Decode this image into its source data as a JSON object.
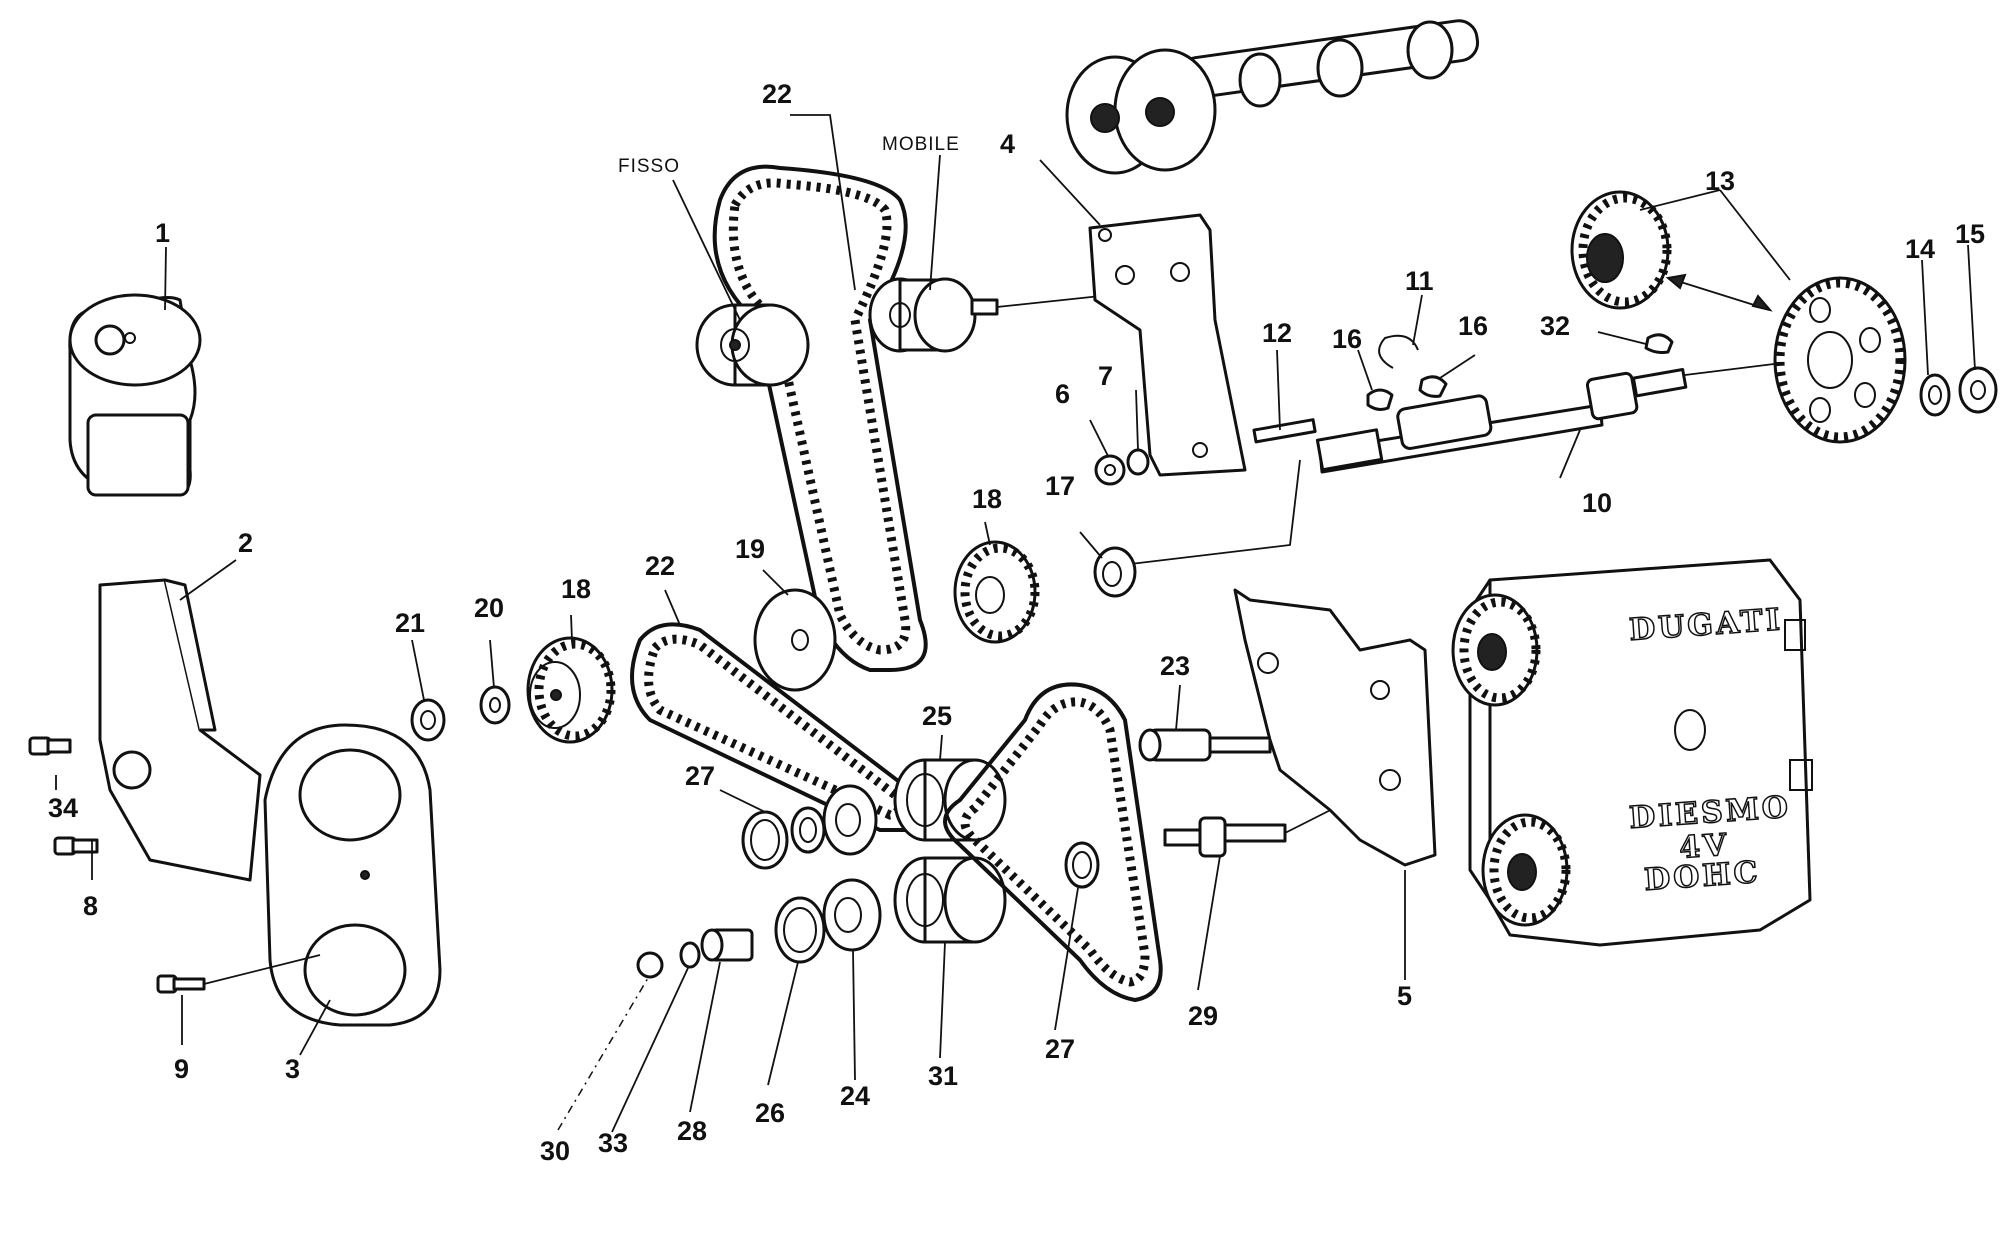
{
  "labels": {
    "p1": "1",
    "p2": "2",
    "p3": "3",
    "p4": "4",
    "p5": "5",
    "p6": "6",
    "p7": "7",
    "p8": "8",
    "p9": "9",
    "p10": "10",
    "p11": "11",
    "p12": "12",
    "p13": "13",
    "p14": "14",
    "p15": "15",
    "p16a": "16",
    "p16b": "16",
    "p17": "17",
    "p18a": "18",
    "p18b": "18",
    "p19": "19",
    "p20": "20",
    "p21": "21",
    "p22a": "22",
    "p22b": "22",
    "p23": "23",
    "p24": "24",
    "p25": "25",
    "p26": "26",
    "p27a": "27",
    "p27b": "27",
    "p28": "28",
    "p29": "29",
    "p30": "30",
    "p31": "31",
    "p32": "32",
    "p33": "33",
    "p34": "34",
    "fisso": "FISSO",
    "mobile": "MOBILE"
  },
  "engraving": {
    "brand": "DUGATI",
    "line1": "DIESMO",
    "line2": "4V",
    "line3": "DOHC"
  }
}
